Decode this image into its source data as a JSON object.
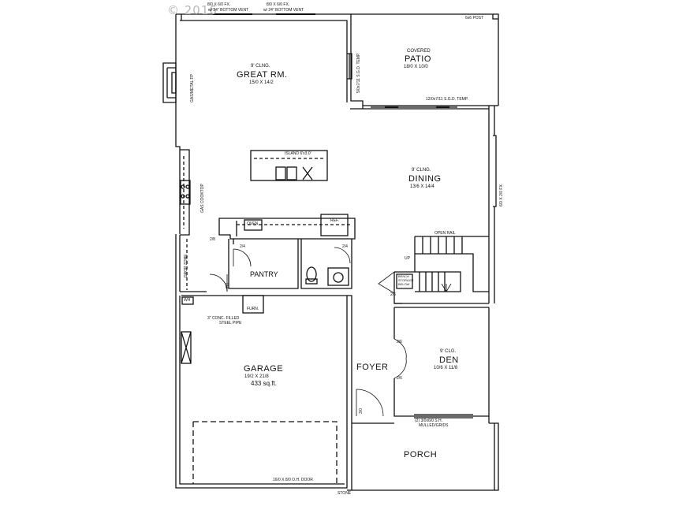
{
  "watermark": "© 2016",
  "top_notes": {
    "window_left": "8/0 X 6/0 FX.",
    "window_left_vent": "w/ 24\" BOTTOM VENT",
    "window_right": "8/0 X 6/0 FX.",
    "window_right_vent": "w/ 24\" BOTTOM VENT",
    "post": "6x6 POST"
  },
  "rooms": {
    "great_room": {
      "ceiling": "9' CLNG.",
      "name": "GREAT RM.",
      "size": "15/0 X 14/2"
    },
    "patio": {
      "note": "COVERED",
      "name": "PATIO",
      "size": "18/0 X 10/0"
    },
    "dining": {
      "ceiling": "9' CLNG.",
      "name": "DINING",
      "size": "13/6 X 14/4"
    },
    "pantry": {
      "name": "PANTRY"
    },
    "garage": {
      "name": "GARAGE",
      "size": "19/2 X 21/8",
      "area": "433 sq.ft."
    },
    "den": {
      "ceiling": "9' CLG.",
      "name": "DEN",
      "size": "10/6 X 11/8"
    },
    "foyer": {
      "name": "FOYER"
    },
    "porch": {
      "name": "PORCH"
    }
  },
  "notes": {
    "fireplace": "GAS/METAL FP",
    "sgd_vertical": "5/0x7/11 S.G.D. TEMP.",
    "sgd_horizontal": "12/0x7/11 S.G.D. TEMP.",
    "island": "ISLAND 6'x3.0'",
    "dining_window": "6/0 X 2/0 FX.",
    "cooktop": "GAS COOKTOP",
    "oven": "OVEN",
    "ref": "REF.",
    "open_rail": "OPEN RAIL",
    "up": "UP",
    "drop_zone": "DROP ZONE",
    "steel_pipe_1": "3\" CONC. FILLED",
    "steel_pipe_2": "STEEL PIPE",
    "furnace": "FURN.",
    "wh": "WH",
    "garage_door": "16/0 X 8/0 O.H. DOOR",
    "stone": "STONE",
    "den_window_1": "(2) 3/0x6/0 S.H.",
    "den_window_2": "MULLED/GRIDS",
    "under_stair_1": "BENCH",
    "under_stair_2": "STORAGE",
    "under_stair_3": "BELOW"
  },
  "doors": {
    "pantry": "2/4",
    "powder": "2/4",
    "drop": "2/8",
    "garage_entry": "2/8",
    "under_stair": "2/6",
    "den_upper": "2/6",
    "den_lower": "2/6",
    "entry": "3/0"
  }
}
